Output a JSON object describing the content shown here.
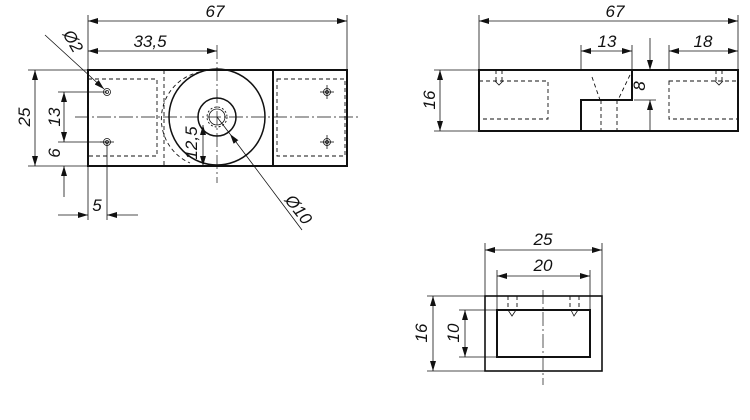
{
  "top_view": {
    "overall_length": "67",
    "center_offset": "33,5",
    "width": "25",
    "hole_spacing": "13",
    "hole_edge": "6",
    "hole_x": "5",
    "radius": "12,5",
    "small_hole_dia": "Ø2",
    "bore_dia": "Ø10"
  },
  "front_view": {
    "overall_length": "67",
    "notch_width": "13",
    "pocket_length": "18",
    "notch_depth": "8",
    "height": "16"
  },
  "section_view": {
    "outer_width": "25",
    "inner_width": "20",
    "outer_height": "16",
    "inner_height": "10"
  },
  "colors": {
    "line": "#111111",
    "background": "#ffffff"
  }
}
